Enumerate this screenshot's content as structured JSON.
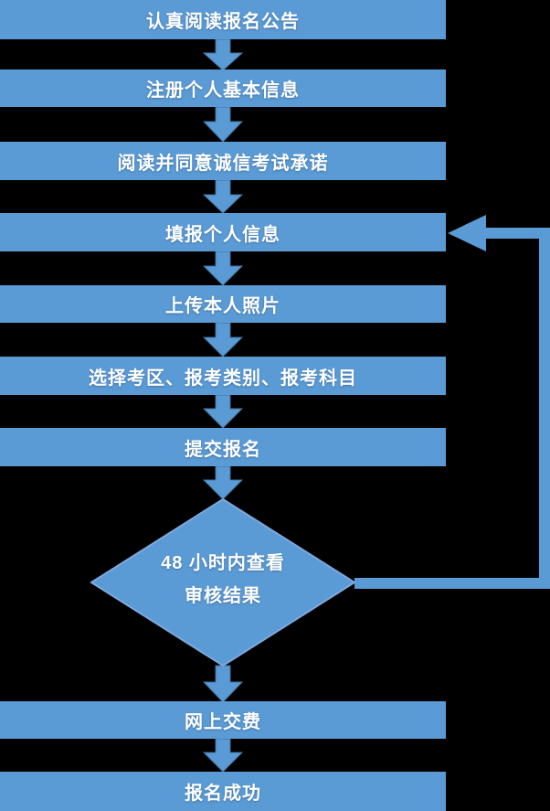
{
  "diagram": {
    "type": "flowchart",
    "background_color": "#000000",
    "shape_fill": "#5b9bd5",
    "arrow_fill": "#5b9bd5",
    "arrow_border": "#41719c",
    "diamond_border": "#7ea8de",
    "text_color": "#ffffff",
    "steps": [
      {
        "id": 1,
        "shape": "rect",
        "label": "认真阅读报名公告"
      },
      {
        "id": 2,
        "shape": "rect",
        "label": "注册个人基本信息"
      },
      {
        "id": 3,
        "shape": "rect",
        "label": "阅读并同意诚信考试承诺"
      },
      {
        "id": 4,
        "shape": "rect",
        "label": "填报个人信息"
      },
      {
        "id": 5,
        "shape": "rect",
        "label": "上传本人照片"
      },
      {
        "id": 6,
        "shape": "rect",
        "label": "选择考区、报考类别、报考科目"
      },
      {
        "id": 7,
        "shape": "rect",
        "label": "提交报名"
      },
      {
        "id": 8,
        "shape": "diamond",
        "label_line1": "48 小时内查看",
        "label_line2": "审核结果"
      },
      {
        "id": 9,
        "shape": "rect",
        "label": "网上交费"
      },
      {
        "id": 10,
        "shape": "rect",
        "label": "报名成功"
      }
    ],
    "feedback_loop": {
      "from_step": 8,
      "to_step": 4
    }
  }
}
